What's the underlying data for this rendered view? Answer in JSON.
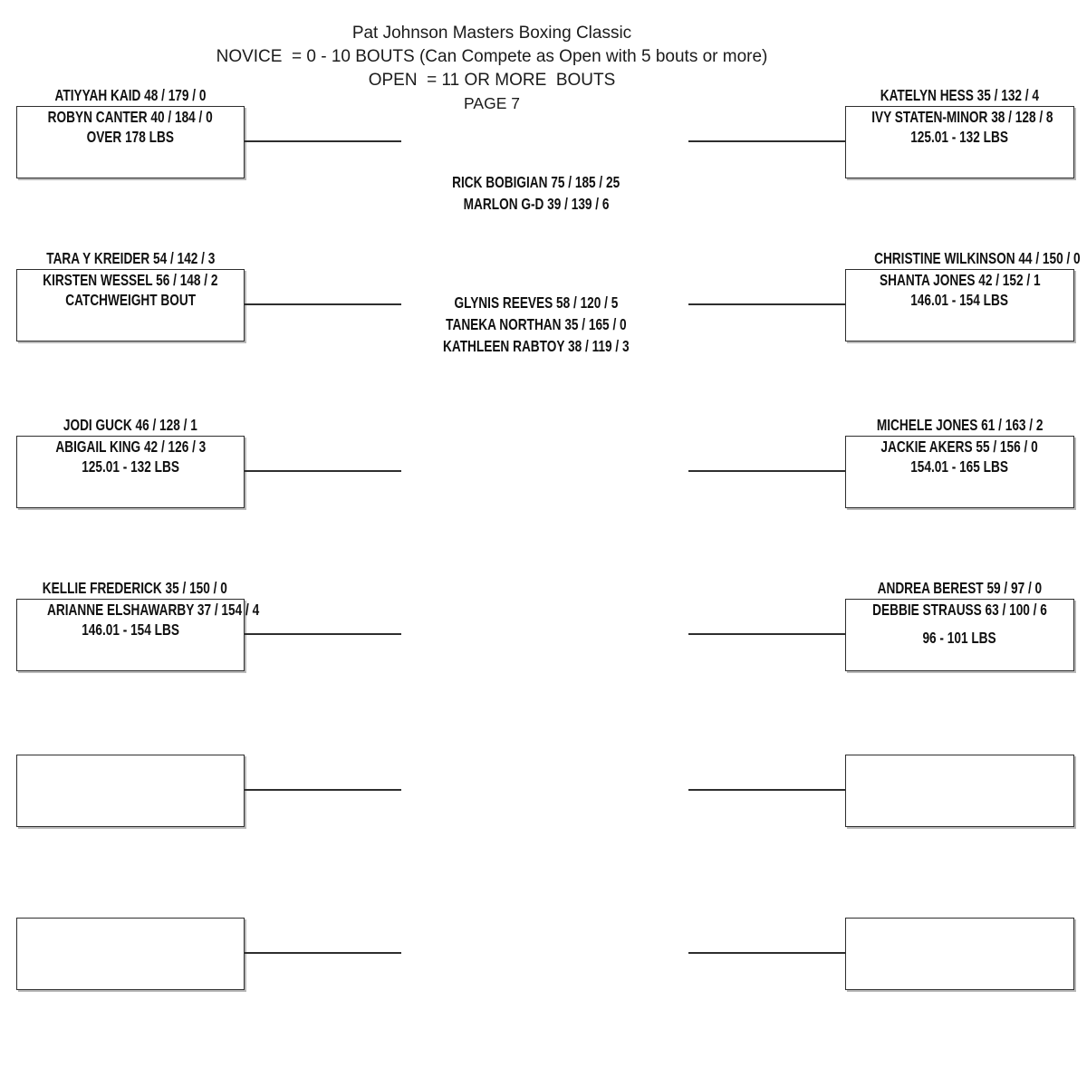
{
  "header": {
    "title": "Pat Johnson Masters Boxing Classic",
    "novice_rule": "NOVICE  = 0 - 10 BOUTS (Can Compete as Open with 5 bouts or more)",
    "open_rule": "OPEN  = 11 OR MORE  BOUTS",
    "page": "PAGE 7"
  },
  "center_notes": [
    {
      "lines": [
        "RICK BOBIGIAN 75 / 185 / 25",
        "MARLON G-D 39 / 139 / 6"
      ]
    },
    {
      "lines": [
        "GLYNIS REEVES 58 / 120 / 5",
        "TANEKA NORTHAN 35 / 165 / 0",
        "KATHLEEN RABTOY 38 / 119 / 3"
      ]
    }
  ],
  "left_brackets": [
    {
      "seed_name": "ATIYYAH KAID 48 / 179 / 0",
      "opponent_name": "ROBYN CANTER 40 / 184 / 0",
      "weight_class": "OVER 178 LBS",
      "weight_class_spaced": false
    },
    {
      "seed_name": "TARA Y KREIDER 54 / 142 / 3",
      "opponent_name": "KIRSTEN WESSEL 56 / 148 / 2",
      "weight_class": "CATCHWEIGHT BOUT",
      "weight_class_spaced": false
    },
    {
      "seed_name": "JODI GUCK 46 / 128 / 1",
      "opponent_name": "ABIGAIL KING 42 / 126 / 3",
      "weight_class": "125.01 - 132 LBS",
      "weight_class_spaced": false
    },
    {
      "seed_name": "KELLIE FREDERICK 35 / 150 / 0",
      "opponent_name": "ARIANNE ELSHAWARBY 37 / 154 / 4",
      "weight_class": "146.01 - 154 LBS",
      "weight_class_spaced": false
    },
    {
      "seed_name": "",
      "opponent_name": "",
      "weight_class": "",
      "weight_class_spaced": false
    },
    {
      "seed_name": "",
      "opponent_name": "",
      "weight_class": "",
      "weight_class_spaced": false
    }
  ],
  "right_brackets": [
    {
      "seed_name": "KATELYN HESS 35 / 132 / 4",
      "opponent_name": "IVY STATEN-MINOR 38 / 128 / 8",
      "weight_class": "125.01 - 132 LBS",
      "weight_class_spaced": false
    },
    {
      "seed_name": "CHRISTINE WILKINSON 44 / 150 / 0",
      "opponent_name": "SHANTA JONES 42 / 152 / 1",
      "weight_class": "146.01 - 154 LBS",
      "weight_class_spaced": false
    },
    {
      "seed_name": "MICHELE JONES 61 / 163 / 2",
      "opponent_name": "JACKIE AKERS 55 / 156 / 0",
      "weight_class": "154.01 - 165 LBS",
      "weight_class_spaced": false
    },
    {
      "seed_name": "ANDREA BEREST 59 / 97 / 0",
      "opponent_name": "DEBBIE STRAUSS 63 / 100 / 6",
      "weight_class": "96 - 101 LBS",
      "weight_class_spaced": true
    },
    {
      "seed_name": "",
      "opponent_name": "",
      "weight_class": "",
      "weight_class_spaced": false
    },
    {
      "seed_name": "",
      "opponent_name": "",
      "weight_class": "",
      "weight_class_spaced": false
    }
  ],
  "colors": {
    "background": "#ffffff",
    "line": "#2e2e2e",
    "text": "#141414",
    "box_shadow": "#b9b9b9"
  }
}
